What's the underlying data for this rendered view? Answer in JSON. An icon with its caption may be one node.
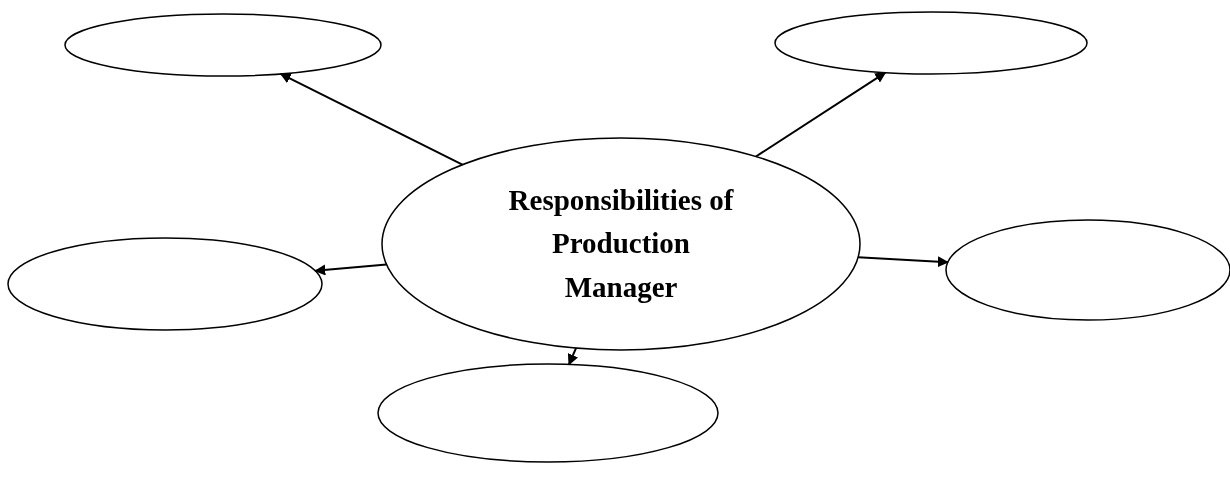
{
  "diagram": {
    "nodes": [
      {
        "text": [],
        "shape": "ellipse"
      },
      {
        "text": [],
        "shape": "ellipse"
      },
      {
        "text": [
          "Responsibilities of Production Manager"
        ]
      },
      {
        "text": [],
        "shape": "ellipse"
      },
      {
        "text": [],
        "shape": "ellipse"
      },
      {
        "text": [],
        "shape": "ellipse"
      }
    ],
    "edges": [
      {
        "from": 2,
        "to": 0,
        "arrow": "to"
      },
      {
        "from": 2,
        "to": 1,
        "arrow": "to"
      },
      {
        "from": 2,
        "to": 3,
        "arrow": "to"
      },
      {
        "from": 2,
        "to": 4,
        "arrow": "to"
      },
      {
        "from": 2,
        "to": 5,
        "arrow": "to"
      }
    ]
  }
}
